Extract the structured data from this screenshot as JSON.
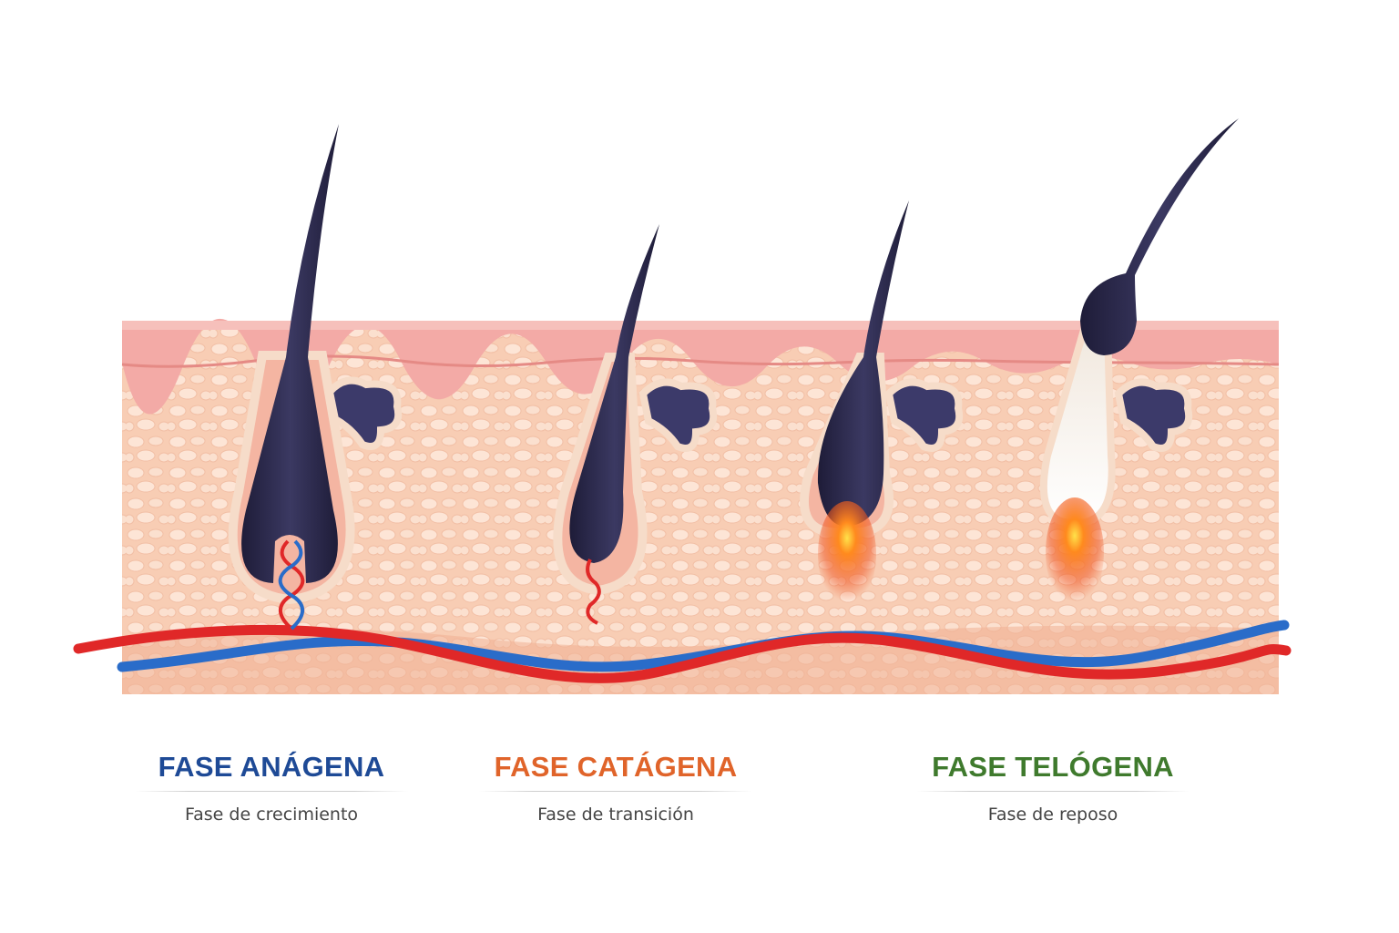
{
  "colors": {
    "anagen": "#1e4a96",
    "catagen": "#e0642a",
    "telogen": "#3f7a2d",
    "hair": "#2b2a4d",
    "skin_top": "#f2a5a2",
    "dermis": "#f8cdb4",
    "artery": "#e02828",
    "vein": "#2a6cc9"
  },
  "icons": [
    "hair-follicle-icon",
    "sebaceous-gland-icon",
    "blood-vessel-icon",
    "papilla-glow-icon"
  ],
  "phases": [
    {
      "title": "FASE ANÁGENA",
      "subtitle": "Fase de crecimiento"
    },
    {
      "title": "FASE CATÁGENA",
      "subtitle": "Fase de transición"
    },
    {
      "title": "FASE TELÓGENA",
      "subtitle": "Fase de reposo"
    }
  ]
}
